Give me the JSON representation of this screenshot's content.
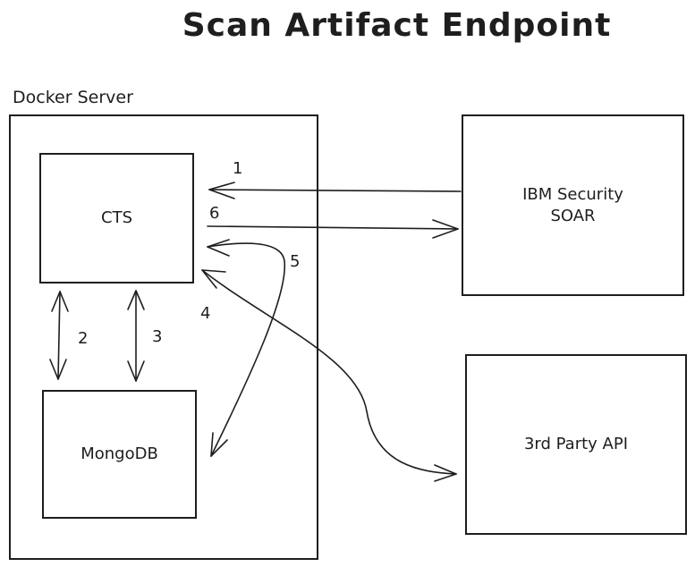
{
  "title": "Scan Artifact Endpoint",
  "container": {
    "label": "Docker Server"
  },
  "nodes": {
    "cts": "CTS",
    "mongodb": "MongoDB",
    "soar_line1": "IBM Security",
    "soar_line2": "SOAR",
    "third_party": "3rd Party API"
  },
  "edges": {
    "e1": "1",
    "e2": "2",
    "e3": "3",
    "e4": "4",
    "e5": "5",
    "e6": "6"
  }
}
